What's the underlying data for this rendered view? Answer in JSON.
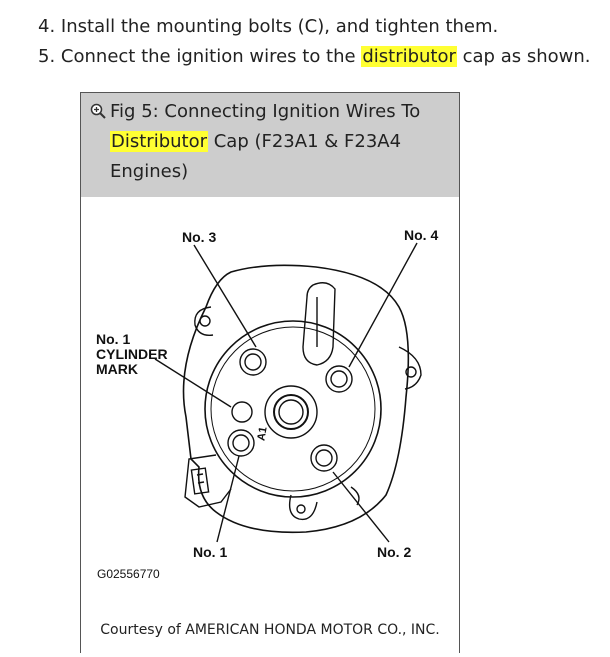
{
  "steps": [
    {
      "number": "4.",
      "text": "Install the mounting bolts (C), and tighten them."
    },
    {
      "number": "5.",
      "pre": "Connect the ignition wires to the ",
      "highlight": "distributor",
      "post": " cap as shown."
    }
  ],
  "figure": {
    "title_line1": "Fig 5: Connecting Ignition Wires To",
    "title_highlight": "Distributor",
    "title_line2_rest": " Cap (F23A1 & F23A4",
    "title_line3": "Engines)",
    "zoom_icon": "zoom-in-icon",
    "labels": {
      "no3": "No. 3",
      "no4": "No. 4",
      "no1_cyl_1": "No. 1",
      "no1_cyl_2": "CYLINDER",
      "no1_cyl_3": "MARK",
      "no1": "No. 1",
      "no2": "No. 2",
      "a1": "A1",
      "code": "G02556770"
    },
    "credit": "Courtesy of AMERICAN HONDA MOTOR CO., INC.",
    "highlight_color": "#ffff33",
    "header_bg": "#cdcdcd"
  }
}
